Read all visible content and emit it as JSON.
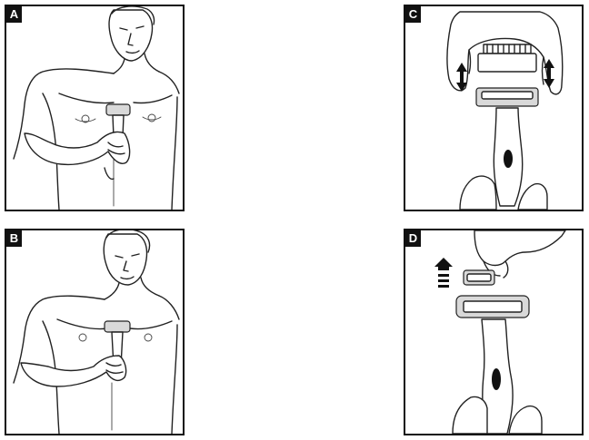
{
  "panels": [
    {
      "label": "A",
      "description_icon": "shaving-chest-illustration"
    },
    {
      "label": "B",
      "description_icon": "shaving-chest-illustration"
    },
    {
      "label": "C",
      "description_icon": "attach-comb-guard-illustration"
    },
    {
      "label": "D",
      "description_icon": "remove-blade-cartridge-illustration"
    }
  ]
}
